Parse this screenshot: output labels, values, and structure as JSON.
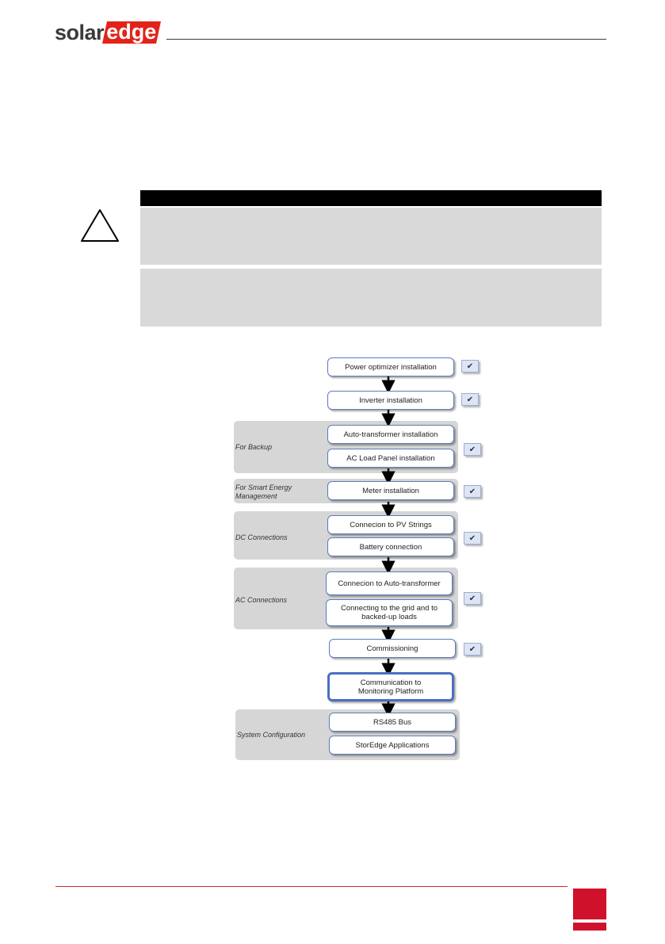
{
  "header": {
    "logo_solar": "solar",
    "logo_edge": "edge",
    "brand_color": "#e2231a"
  },
  "warning": {
    "icon": "warning-triangle-icon"
  },
  "flowchart": {
    "steps": {
      "power_optimizer": "Power optimizer installation",
      "inverter": "Inverter installation",
      "auto_transformer": "Auto-transformer installation",
      "ac_load_panel": "AC Load Panel installation",
      "meter": "Meter installation",
      "pv_strings": "Connecion to PV Strings",
      "battery": "Battery connection",
      "auto_transformer_conn": "Connecion to Auto-transformer",
      "grid_backed_up": "Connecting to the grid and to backed-up loads",
      "commissioning": "Commissioning",
      "communication": "Communication to Monitoring Platform",
      "rs485": "RS485 Bus",
      "storedge_apps": "StorEdge Applications"
    },
    "groups": {
      "backup": "For Backup",
      "smart_energy": "For Smart Energy Management",
      "dc": "DC Connections",
      "ac": "AC Connections",
      "system_config": "System Configuration"
    },
    "check_mark": "✔"
  },
  "footer": {
    "accent_color": "#d0112b"
  }
}
